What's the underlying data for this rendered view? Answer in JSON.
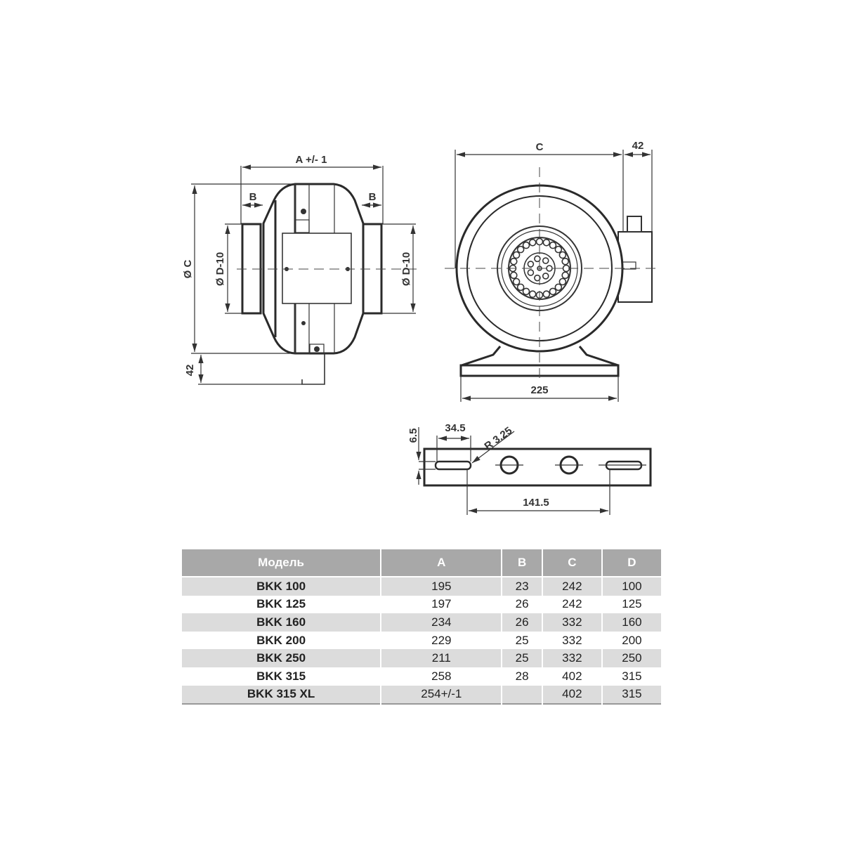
{
  "side_view": {
    "dim_a": "A +/- 1",
    "dim_b_left": "B",
    "dim_b_right": "B",
    "dim_c": "Ø C",
    "dim_d_left": "Ø D-10",
    "dim_d_right": "Ø D-10",
    "dim_42": "42"
  },
  "front_view": {
    "dim_c": "C",
    "dim_42": "42",
    "dim_225": "225"
  },
  "bracket_view": {
    "dim_6_5": "6.5",
    "dim_34_5": "34.5",
    "dim_r": "R 3.25",
    "dim_141_5": "141.5"
  },
  "table": {
    "headers": [
      "Модель",
      "A",
      "B",
      "C",
      "D"
    ],
    "rows": [
      [
        "BKK 100",
        "195",
        "23",
        "242",
        "100"
      ],
      [
        "BKK 125",
        "197",
        "26",
        "242",
        "125"
      ],
      [
        "BKK 160",
        "234",
        "26",
        "332",
        "160"
      ],
      [
        "BKK 200",
        "229",
        "25",
        "332",
        "200"
      ],
      [
        "BKK 250",
        "211",
        "25",
        "332",
        "250"
      ],
      [
        "BKK 315",
        "258",
        "28",
        "402",
        "315"
      ],
      [
        "BKK 315 XL",
        "254+/-1",
        "",
        "402",
        "315"
      ]
    ]
  }
}
